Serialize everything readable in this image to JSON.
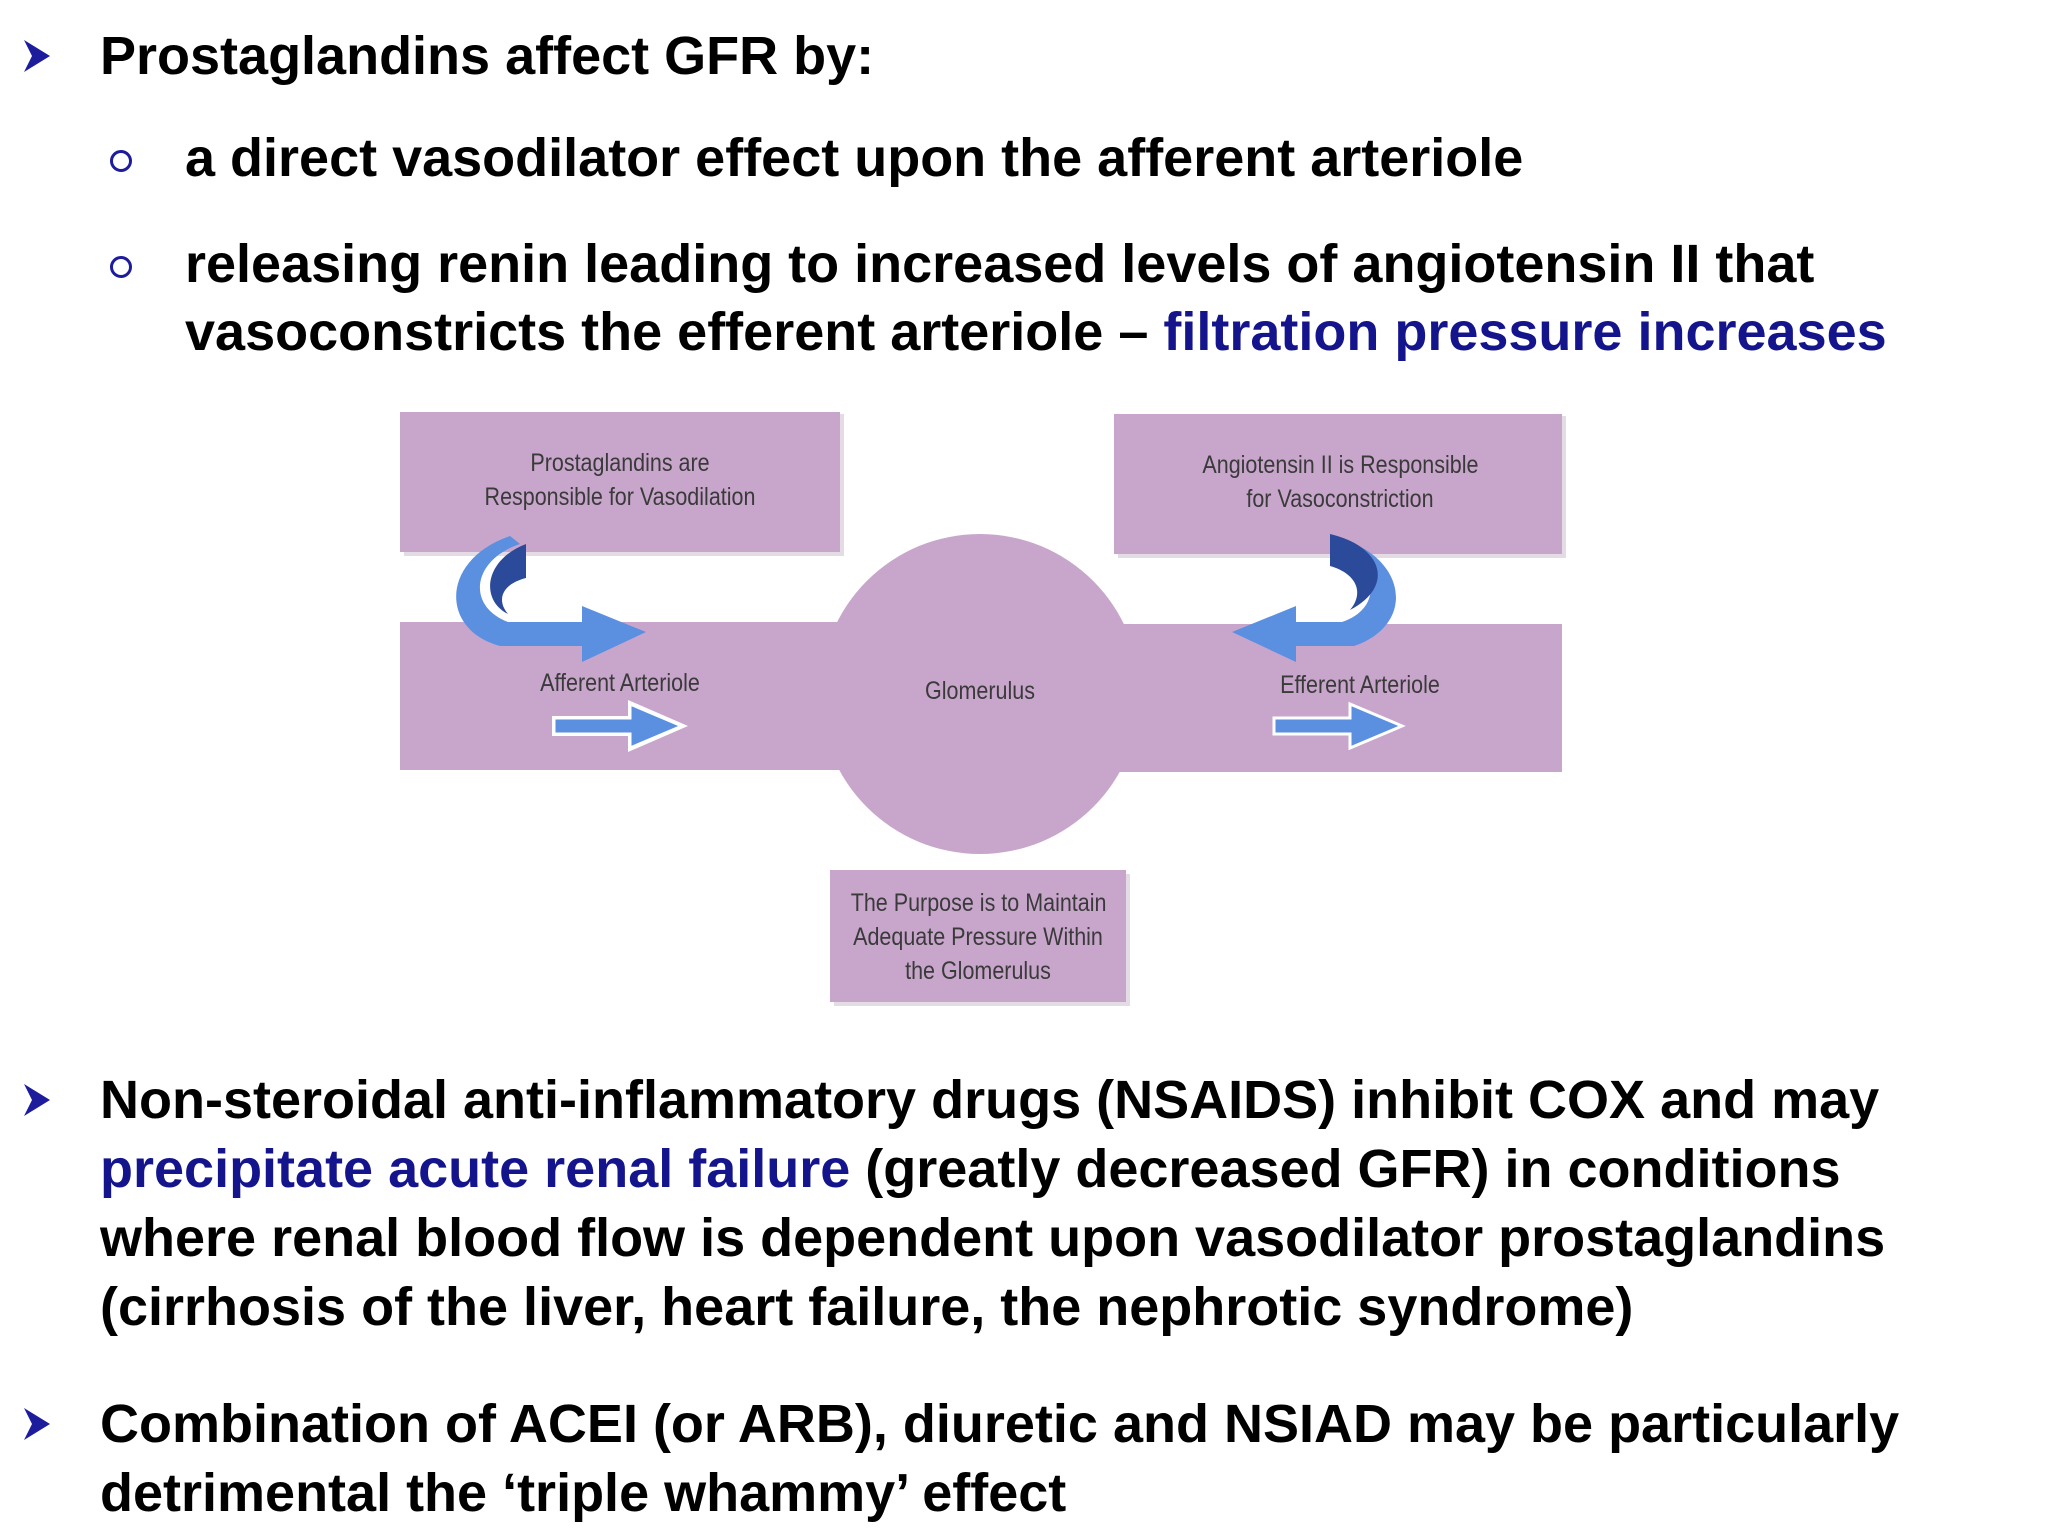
{
  "bullets": {
    "b1": {
      "icon": "arrow-bullet-icon",
      "text": "Prostaglandins affect GFR by:"
    },
    "sub1": {
      "icon": "circle-bullet-icon",
      "text": "a direct vasodilator effect upon the afferent arteriole"
    },
    "sub2": {
      "icon": "circle-bullet-icon",
      "line1": "releasing renin leading to increased levels of angiotensin II that",
      "line2_plain": "vasoconstricts the efferent arteriole – ",
      "line2_highlight": "filtration pressure increases"
    },
    "b2": {
      "icon": "arrow-bullet-icon",
      "line1": "Non-steroidal anti-inflammatory drugs (NSAIDS) inhibit COX and may",
      "line2_highlight": "precipitate acute renal failure",
      "line2_plain": " (greatly decreased GFR) in conditions",
      "line3": "where renal blood flow is dependent upon vasodilator prostaglandins",
      "line4": "(cirrhosis of the liver, heart failure, the nephrotic syndrome)"
    },
    "b3": {
      "icon": "arrow-bullet-icon",
      "line1": "Combination of ACEI (or ARB), diuretic and NSIAD may be particularly",
      "line2": "detrimental the ‘triple whammy’ effect"
    }
  },
  "diagram": {
    "prostaglandins_box": {
      "line1": "Prostaglandins are",
      "line2": "Responsible for Vasodilation"
    },
    "angiotensin_box": {
      "line1": "Angiotensin II is Responsible",
      "line2": "for Vasoconstriction"
    },
    "afferent_label": "Afferent Arteriole",
    "efferent_label": "Efferent Arteriole",
    "glomerulus_label": "Glomerulus",
    "purpose_box": {
      "line1": "The Purpose is to Maintain",
      "line2": "Adequate Pressure Within",
      "line3": "the Glomerulus"
    }
  },
  "colors": {
    "text": "#000000",
    "highlight": "#14148c",
    "bullet": "#1c1c9c",
    "diagram_fill": "#c8a6cc",
    "arrow_light": "#5b8fe0",
    "arrow_dark": "#2b4a9a"
  }
}
